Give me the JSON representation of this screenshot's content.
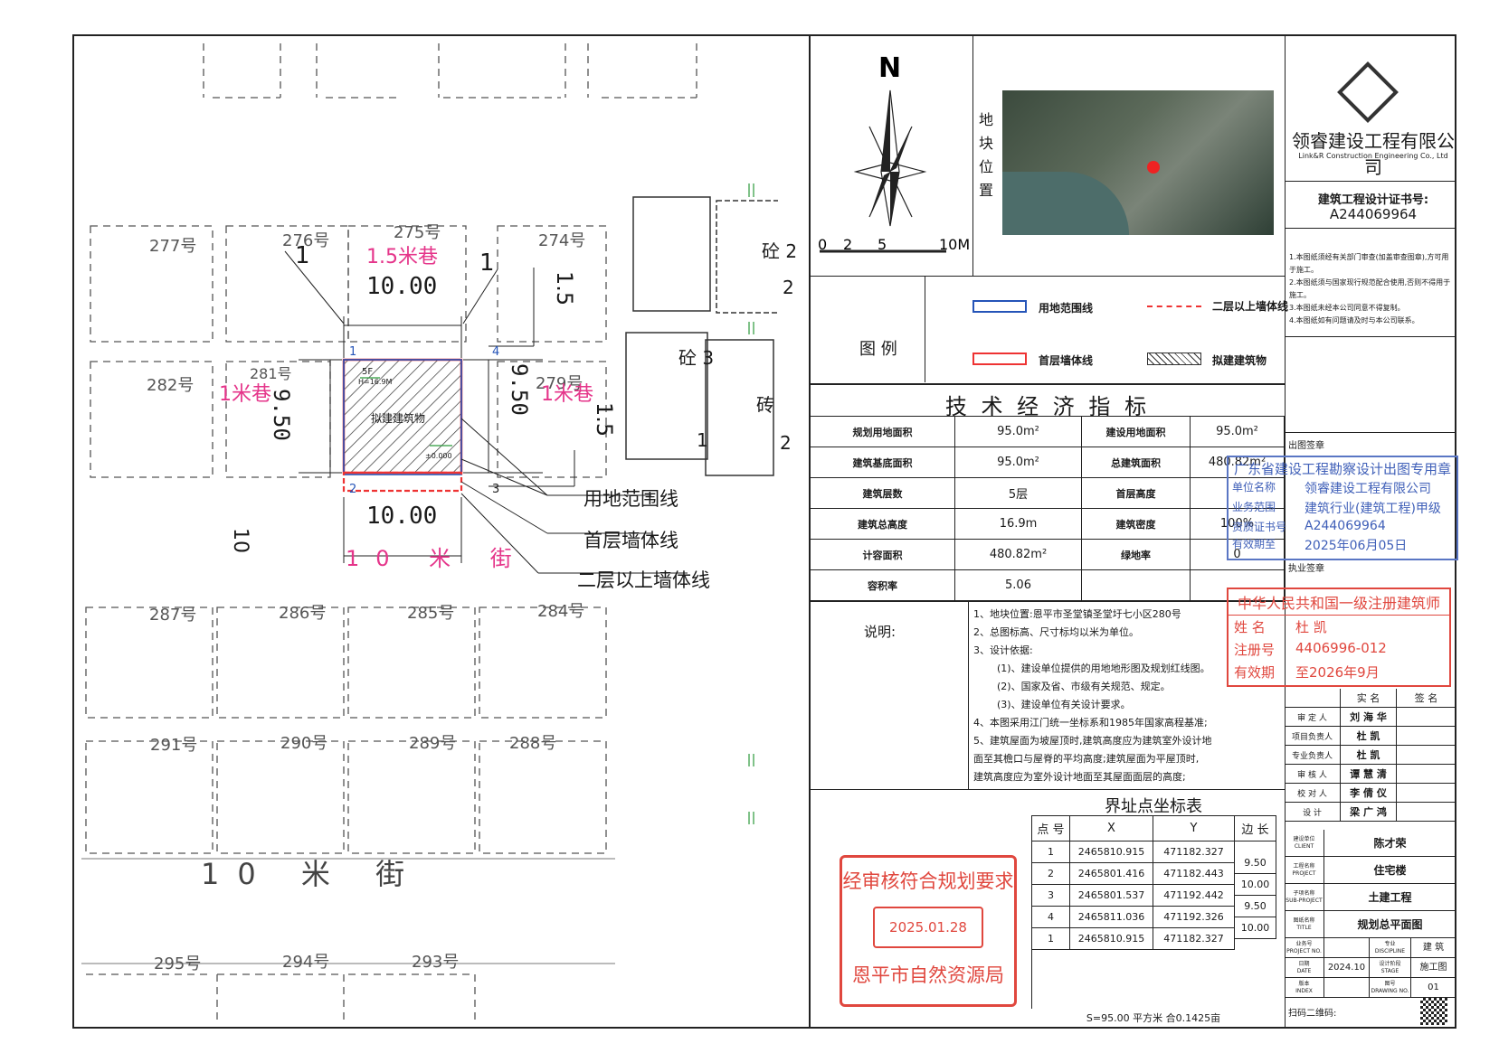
{
  "plan": {
    "lots": [
      "277号",
      "276号",
      "275号",
      "274号",
      "282号",
      "281号",
      "279号",
      "287号",
      "286号",
      "285号",
      "284号",
      "291号",
      "290号",
      "289号",
      "288号",
      "295号",
      "294号",
      "293号"
    ],
    "lanes": {
      "lane_15": "1.5米巷",
      "lane_1_left": "1米巷",
      "lane_1_right": "1米巷",
      "street_10_top": "10 米 街",
      "street_10_bottom": "10 米 街"
    },
    "dims": {
      "w_top": "10.00",
      "w_bottom": "10.00",
      "h_left": "9.50",
      "h_right": "9.50",
      "off_left": "1",
      "off_right": "1",
      "off_top": "1.5",
      "off_bottom": "1.5",
      "gap": "10"
    },
    "building": {
      "label": "拟建建筑物",
      "floors": "5F",
      "height": "H=16.9M",
      "elev": "±0.000"
    },
    "points": [
      "1",
      "2",
      "3",
      "4"
    ],
    "callouts": [
      "用地范围线",
      "首层墙体线",
      "二层以上墙体线"
    ],
    "blocks": [
      "砼 2",
      "2",
      "砼 3",
      "1",
      "砖",
      "2"
    ]
  },
  "compass": {
    "north": "N",
    "scale_labels": [
      "0",
      "2",
      "5",
      "10M"
    ]
  },
  "location": {
    "label": "地块位置"
  },
  "company": {
    "name": "领睿建设工程有限公司",
    "name_en": "Link&R Construction Engineering Co., Ltd",
    "cert_label": "建筑工程设计证书号:",
    "cert_no": "A244069964"
  },
  "notes_right": [
    "1.本图纸须经有关部门审查(加盖审查图章),方可用于施工。",
    "2.本图纸须与国家现行规范配合使用,否则不得用于施工。",
    "3.本图纸未经本公司同意不得复制。",
    "4.本图纸如有问题请及时与本公司联系。"
  ],
  "legend": {
    "title": "图 例",
    "items": [
      {
        "label": "用地范围线",
        "color": "#2554b8",
        "style": "solid"
      },
      {
        "label": "二层以上墙体线",
        "color": "#e33",
        "style": "dashed"
      },
      {
        "label": "首层墙体线",
        "color": "#e33",
        "style": "solid"
      },
      {
        "label": "拟建建筑物",
        "color": "#333",
        "style": "hatch"
      }
    ]
  },
  "tech": {
    "title": "技 术 经 济 指 标",
    "rows": [
      [
        "规划用地面积",
        "95.0m²",
        "建设用地面积",
        "95.0m²"
      ],
      [
        "建筑基底面积",
        "95.0m²",
        "总建筑面积",
        "480.82m²"
      ],
      [
        "建筑层数",
        "5层",
        "首层高度",
        ""
      ],
      [
        "建筑总高度",
        "16.9m",
        "建筑密度",
        "100%"
      ],
      [
        "计容面积",
        "480.82m²",
        "绿地率",
        "0"
      ],
      [
        "容积率",
        "5.06",
        "",
        ""
      ]
    ]
  },
  "description": {
    "label": "说明:",
    "lines": [
      "1、地块位置:恩平市圣堂镇圣堂圩七小区280号",
      "2、总图标高、尺寸标均以米为单位。",
      "3、设计依据:",
      "(1)、建设单位提供的用地地形图及规划红线图。",
      "(2)、国家及省、市级有关规范、规定。",
      "(3)、建设单位有关设计要求。",
      "4、本图采用江门统一坐标系和1985年国家高程基准;",
      "5、建筑屋面为坡屋顶时,建筑高度应为建筑室外设计地",
      "面至其檐口与屋脊的平均高度;建筑屋面为平屋顶时,",
      "建筑高度应为室外设计地面至其屋面面层的高度;"
    ]
  },
  "stamp_blue": {
    "title": "广东省建设工程勘察设计出图专用章",
    "rows": [
      [
        "单位名称",
        "领睿建设工程有限公司"
      ],
      [
        "业务范围",
        "建筑行业(建筑工程)甲级"
      ],
      [
        "资质证书号",
        "A244069964"
      ],
      [
        "有效期至",
        "2025年06月05日"
      ]
    ],
    "label_top": "出图签章",
    "label_bottom": "执业签章"
  },
  "stamp_red": {
    "title": "中华人民共和国一级注册建筑师",
    "rows": [
      [
        "姓 名",
        "杜 凯"
      ],
      [
        "注册号",
        "4406996-012"
      ],
      [
        "有效期",
        "至2026年9月"
      ]
    ]
  },
  "signatures": {
    "header": [
      "",
      "实 名",
      "签 名"
    ],
    "rows": [
      [
        "审 定 人",
        "刘 海 华"
      ],
      [
        "项目负责人",
        "杜 凯"
      ],
      [
        "专业负责人",
        "杜 凯"
      ],
      [
        "审 核 人",
        "谭 慧 清"
      ],
      [
        "校 对 人",
        "李 倩 仪"
      ],
      [
        "设 计",
        "梁 广 鸿"
      ]
    ]
  },
  "project": {
    "rows": [
      [
        "建设单位\nCLIENT",
        "陈才荣"
      ],
      [
        "工程名称\nPROJECT",
        "住宅楼"
      ],
      [
        "子项名称\nSUB-PROJECT",
        "土建工程"
      ],
      [
        "图纸名称\nTITLE",
        "规划总平面图"
      ]
    ],
    "meta": [
      [
        "业务号\nPROJECT NO.",
        "",
        "专业\nDISCIPLINE",
        "建 筑"
      ],
      [
        "日期\nDATE",
        "2024.10",
        "设计阶段\nSTAGE",
        "施工图"
      ],
      [
        "版本\nINDEX",
        "",
        "图号\nDRAWING NO.",
        "01"
      ]
    ],
    "qr_label": "扫码二维码:"
  },
  "coords": {
    "title": "界址点坐标表",
    "headers": [
      "点 号",
      "X",
      "Y",
      "边 长"
    ],
    "rows": [
      [
        "1",
        "2465810.915",
        "471182.327"
      ],
      [
        "2",
        "2465801.416",
        "471182.443"
      ],
      [
        "3",
        "2465801.537",
        "471192.442"
      ],
      [
        "4",
        "2465811.036",
        "471192.326"
      ],
      [
        "1",
        "2465810.915",
        "471182.327"
      ]
    ],
    "edges": [
      "9.50",
      "10.00",
      "9.50",
      "10.00"
    ],
    "footer": "S=95.00 平方米 合0.1425亩"
  },
  "approval": {
    "top": "经审核符合规划要求",
    "date": "2025.01.28",
    "bottom": "恩平市自然资源局"
  }
}
